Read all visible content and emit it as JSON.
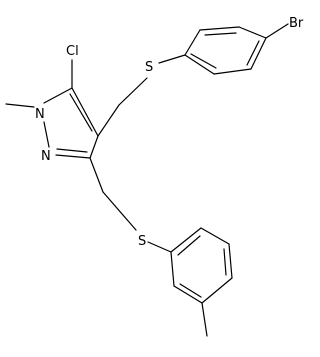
{
  "molecule": {
    "atom_labels": {
      "bromine": "Br",
      "chlorine": "Cl",
      "sulfur_top": "S",
      "sulfur_bottom": "S",
      "nitrogen_n1": "N",
      "nitrogen_n2": "N"
    },
    "colors": {
      "line": "#000000",
      "background": "#ffffff"
    }
  }
}
